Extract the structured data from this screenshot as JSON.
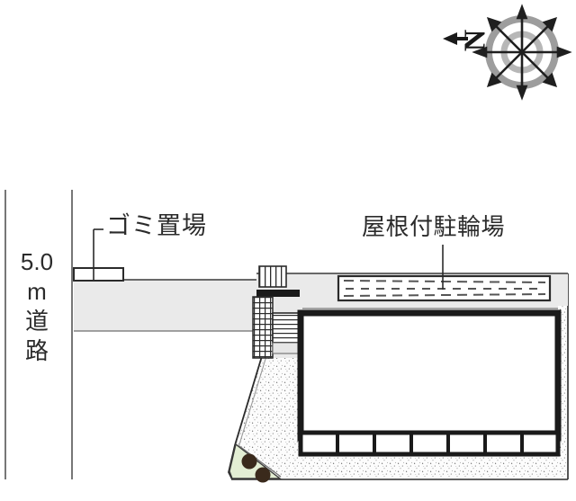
{
  "plan": {
    "title_labels": {
      "garbage_area": "ゴミ置場",
      "covered_bicycle_parking": "屋根付駐輪場",
      "road_width": "5.0",
      "road_unit": "m",
      "road_word_1": "道",
      "road_word_2": "路"
    },
    "compass": {
      "north_letter": "N",
      "ray_count": 8,
      "ring_color": "#8c8c8c"
    },
    "colors": {
      "outline": "#1a1a1a",
      "building_fill": "#ffffff",
      "paving_gray": "#eaeaea",
      "gravel_fill": "#fbfbfb",
      "gravel_speck": "#666666",
      "planting_green": "#e3eed4",
      "shrub": "#3a2a1c",
      "text": "#2b2b2b",
      "thin_line": "#555555"
    },
    "building": {
      "balcony_unit_count": 7
    }
  }
}
